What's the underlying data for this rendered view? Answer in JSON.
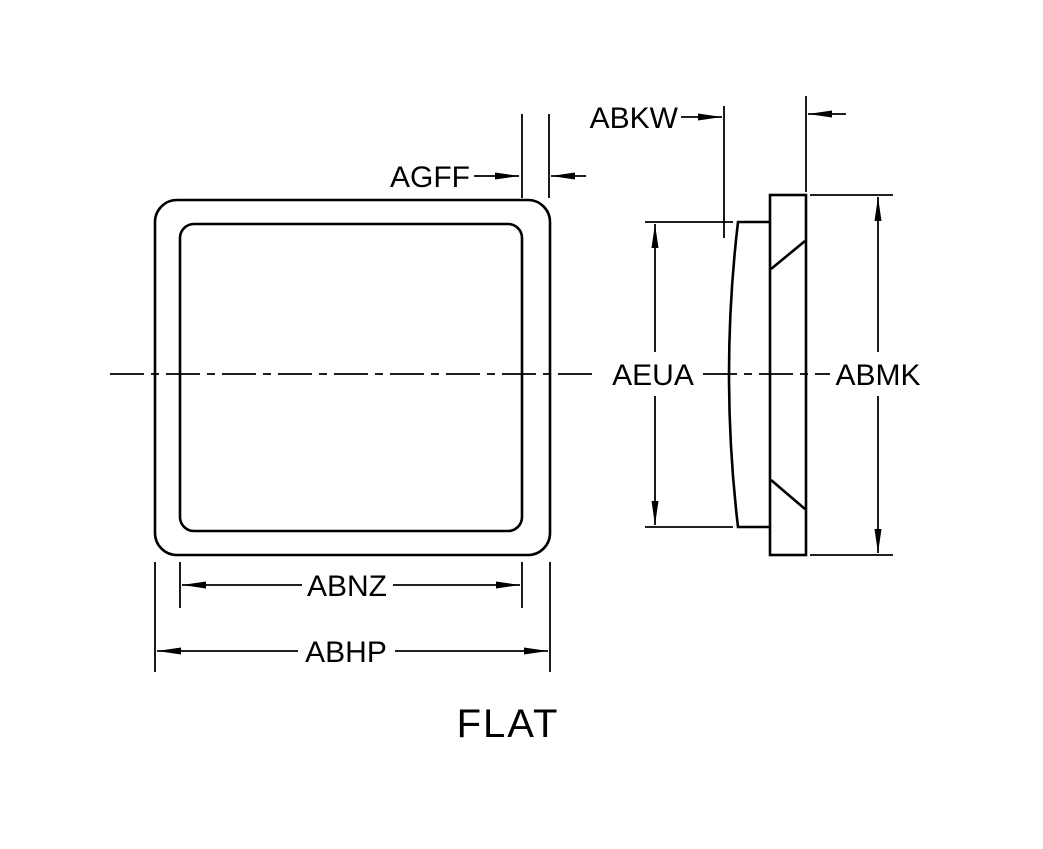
{
  "drawing": {
    "caption": "FLAT",
    "labels": {
      "agff": "AGFF",
      "abkw": "ABKW",
      "aeua": "AEUA",
      "abmk": "ABMK",
      "abnz": "ABNZ",
      "abhp": "ABHP"
    },
    "colors": {
      "line": "#000000",
      "background": "#ffffff"
    }
  }
}
